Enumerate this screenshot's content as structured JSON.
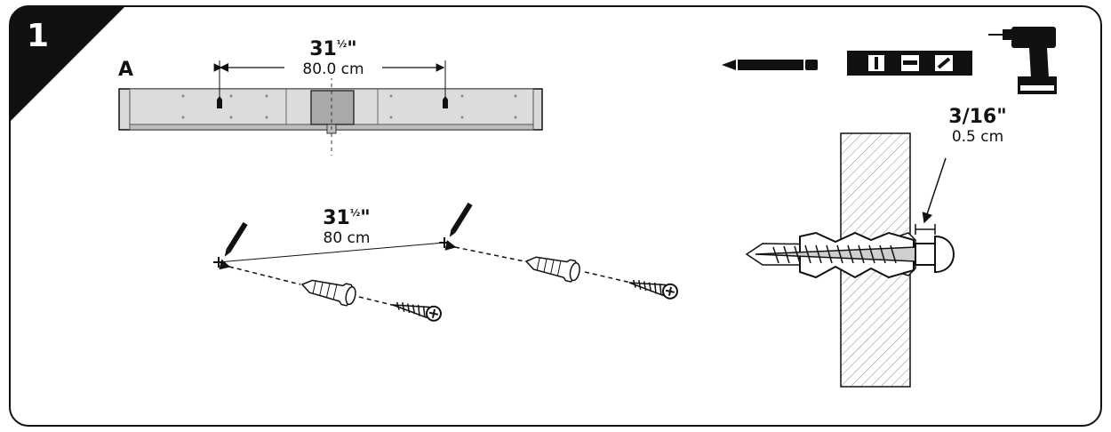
{
  "step": {
    "number": "1"
  },
  "part": {
    "label": "A"
  },
  "dimensions": {
    "spacing_top": {
      "imperial": "31",
      "fraction": "½",
      "inch_mark": "\"",
      "metric": "80.0 cm"
    },
    "spacing_wall": {
      "imperial": "31",
      "fraction": "½",
      "inch_mark": "\"",
      "metric": "80 cm"
    },
    "drill_depth": {
      "imperial": "3/16\"",
      "metric": "0.5 cm"
    }
  },
  "tools": [
    "pencil-icon",
    "spirit-level-icon",
    "drill-icon"
  ],
  "colors": {
    "ink": "#111111",
    "panel": "#d9d9d9",
    "bracket": "#a9a9a9"
  }
}
